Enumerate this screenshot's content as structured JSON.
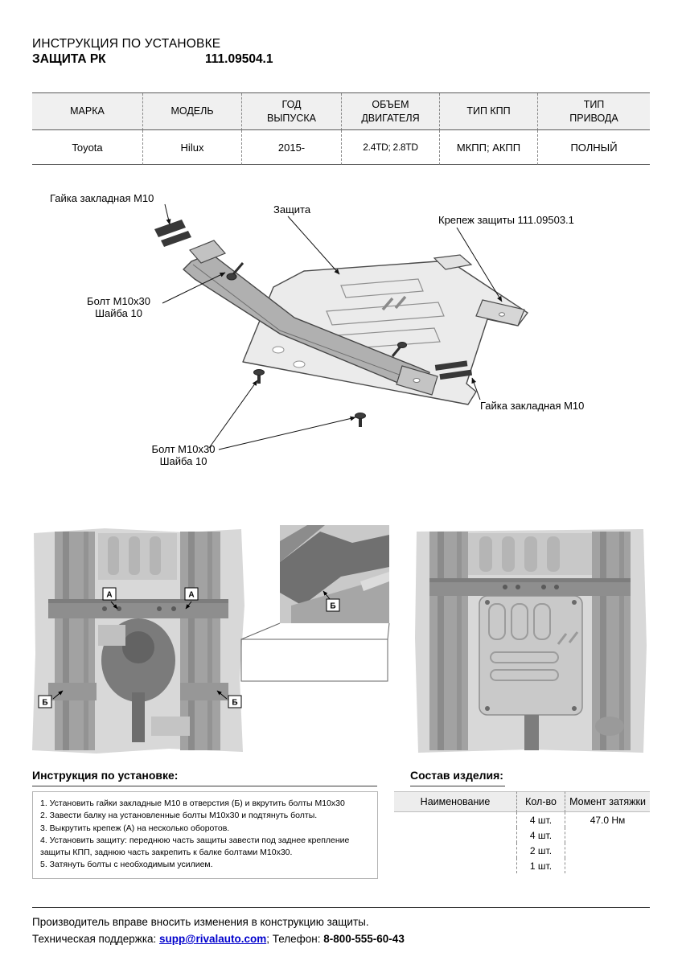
{
  "header": {
    "title": "ИНСТРУКЦИЯ ПО УСТАНОВКЕ",
    "product": "ЗАЩИТА РК",
    "sku": "111.09504.1"
  },
  "spec_table": {
    "headers": [
      "МАРКА",
      "МОДЕЛЬ",
      "ГОД\nВЫПУСКА",
      "ОБЪЕМ\nДВИГАТЕЛЯ",
      "ТИП КПП",
      "ТИП\nПРИВОДА"
    ],
    "values": [
      "Toyota",
      "Hilux",
      "2015-",
      "2.4TD; 2.8TD",
      "МКПП; АКПП",
      "ПОЛНЫЙ"
    ]
  },
  "diagram": {
    "labels": {
      "nut_top": "Гайка закладная М10",
      "shield": "Защита",
      "fastener": "Крепеж защиты 111.09503.1",
      "bolt_left": "Болт М10х30\nШайба 10",
      "nut_bottom": "Гайка закладная М10",
      "bolt_bottom": "Болт М10х30\nШайба 10"
    }
  },
  "photos": {
    "marker_a": "А",
    "marker_b": "Б"
  },
  "instructions": {
    "title": "Инструкция по установке:",
    "steps": [
      "1. Установить гайки закладные М10 в отверстия (Б) и вкрутить болты М10х30",
      "2. Завести балку на установленные болты М10х30 и подтянуть болты.",
      "3. Выкрутить крепеж (А) на несколько оборотов.",
      "4. Установить защиту: переднюю часть защиты завести под заднее крепление защиты КПП, заднюю часть закрепить к балке болтами М10х30.",
      "5. Затянуть болты с необходимым усилием."
    ]
  },
  "composition": {
    "title": "Состав изделия:",
    "headers": [
      "Наименование",
      "Кол-во",
      "Момент затяжки"
    ],
    "rows": [
      {
        "name": "",
        "qty": "4 шт.",
        "torque": "47.0 Нм"
      },
      {
        "name": "",
        "qty": "4 шт.",
        "torque": ""
      },
      {
        "name": "",
        "qty": "2 шт.",
        "torque": ""
      },
      {
        "name": "",
        "qty": "1 шт.",
        "torque": ""
      }
    ]
  },
  "footer": {
    "note": "Производитель вправе вносить изменения в конструкцию защиты.",
    "support_prefix": "Техническая поддержка: ",
    "email": "supp@rivalauto.com",
    "support_mid": "; Телефон: ",
    "phone": "8-800-555-60-43"
  },
  "colors": {
    "link": "#0000cc",
    "accent_gray": "#f0f0f0"
  }
}
